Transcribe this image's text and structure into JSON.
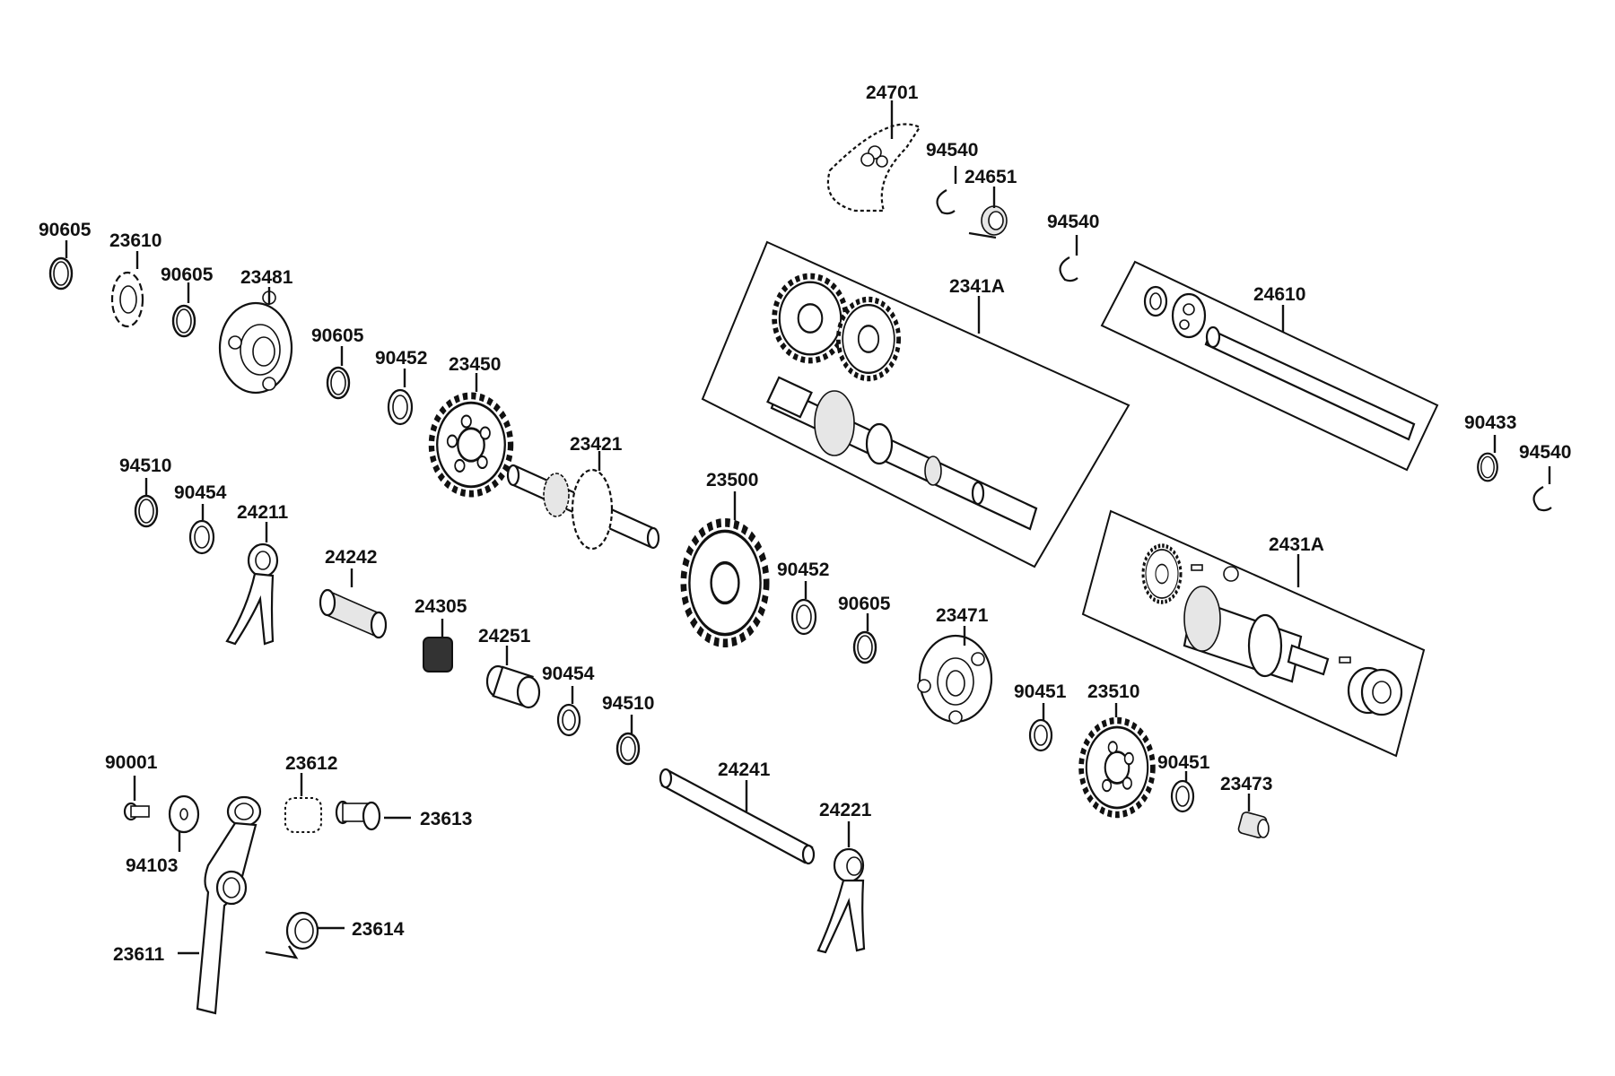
{
  "labels": {
    "p24701": "24701",
    "p94540a": "94540",
    "p24651": "24651",
    "p94540b": "94540",
    "p2341A": "2341A",
    "p24610": "24610",
    "p90433": "90433",
    "p94540c": "94540",
    "p90605a": "90605",
    "p23610": "23610",
    "p90605b": "90605",
    "p23481": "23481",
    "p90605c": "90605",
    "p90452a": "90452",
    "p23450": "23450",
    "p23421": "23421",
    "p23500": "23500",
    "p94510a": "94510",
    "p90454a": "90454",
    "p24211": "24211",
    "p24242": "24242",
    "p24305": "24305",
    "p24251": "24251",
    "p90454b": "90454",
    "p94510b": "94510",
    "p90452b": "90452",
    "p90605d": "90605",
    "p23471": "23471",
    "p2431A": "2431A",
    "p90451a": "90451",
    "p23510": "23510",
    "p90451b": "90451",
    "p23473": "23473",
    "p24241": "24241",
    "p24221": "24221",
    "p90001": "90001",
    "p94103": "94103",
    "p23612": "23612",
    "p23613": "23613",
    "p23614": "23614",
    "p23611": "23611"
  }
}
